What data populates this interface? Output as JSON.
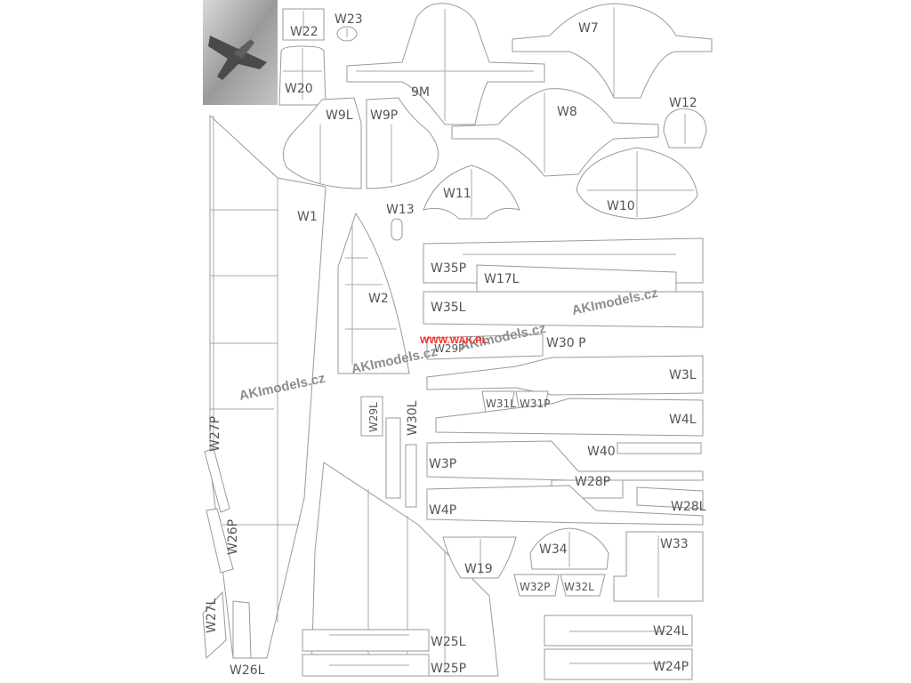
{
  "sheet": {
    "thumbnail": "jet-aircraft-photo",
    "colors": {
      "outline": "#9a9a9a",
      "watermark": "#8e8e8e",
      "url": "#ff2a2a",
      "background": "#ffffff"
    }
  },
  "watermarks": {
    "a": "AKImodels.cz",
    "b": "AKImodels.cz",
    "c": "AKImodels.cz",
    "d": "AKImodels.cz",
    "url": "WWW.WAK.PL"
  },
  "labels": {
    "w1": "W1",
    "w2": "W2",
    "w3l": "W3L",
    "w3p": "W3P",
    "w4l": "W4L",
    "w4p": "W4P",
    "w7": "W7",
    "w8": "W8",
    "w9m": "9M",
    "w9l": "W9L",
    "w9p": "W9P",
    "w10": "W10",
    "w11": "W11",
    "w12": "W12",
    "w13": "W13",
    "w17l": "W17L",
    "w19": "W19",
    "w20": "W20",
    "w22": "W22",
    "w23": "W23",
    "w24l": "W24L",
    "w24p": "W24P",
    "w25l": "W25L",
    "w25p": "W25P",
    "w26l": "W26L",
    "w26p": "W26P",
    "w27l": "W27L",
    "w27p": "W27P",
    "w28l": "W28L",
    "w28p": "W28P",
    "w29l": "W29L",
    "w29p": "W29P",
    "w30l": "W30L",
    "w30p": "W30 P",
    "w31l": "W31L",
    "w31p": "W31P",
    "w32l": "W32L",
    "w32p": "W32P",
    "w33": "W33",
    "w34": "W34",
    "w35l": "W35L",
    "w35p": "W35P",
    "w40": "W40"
  }
}
